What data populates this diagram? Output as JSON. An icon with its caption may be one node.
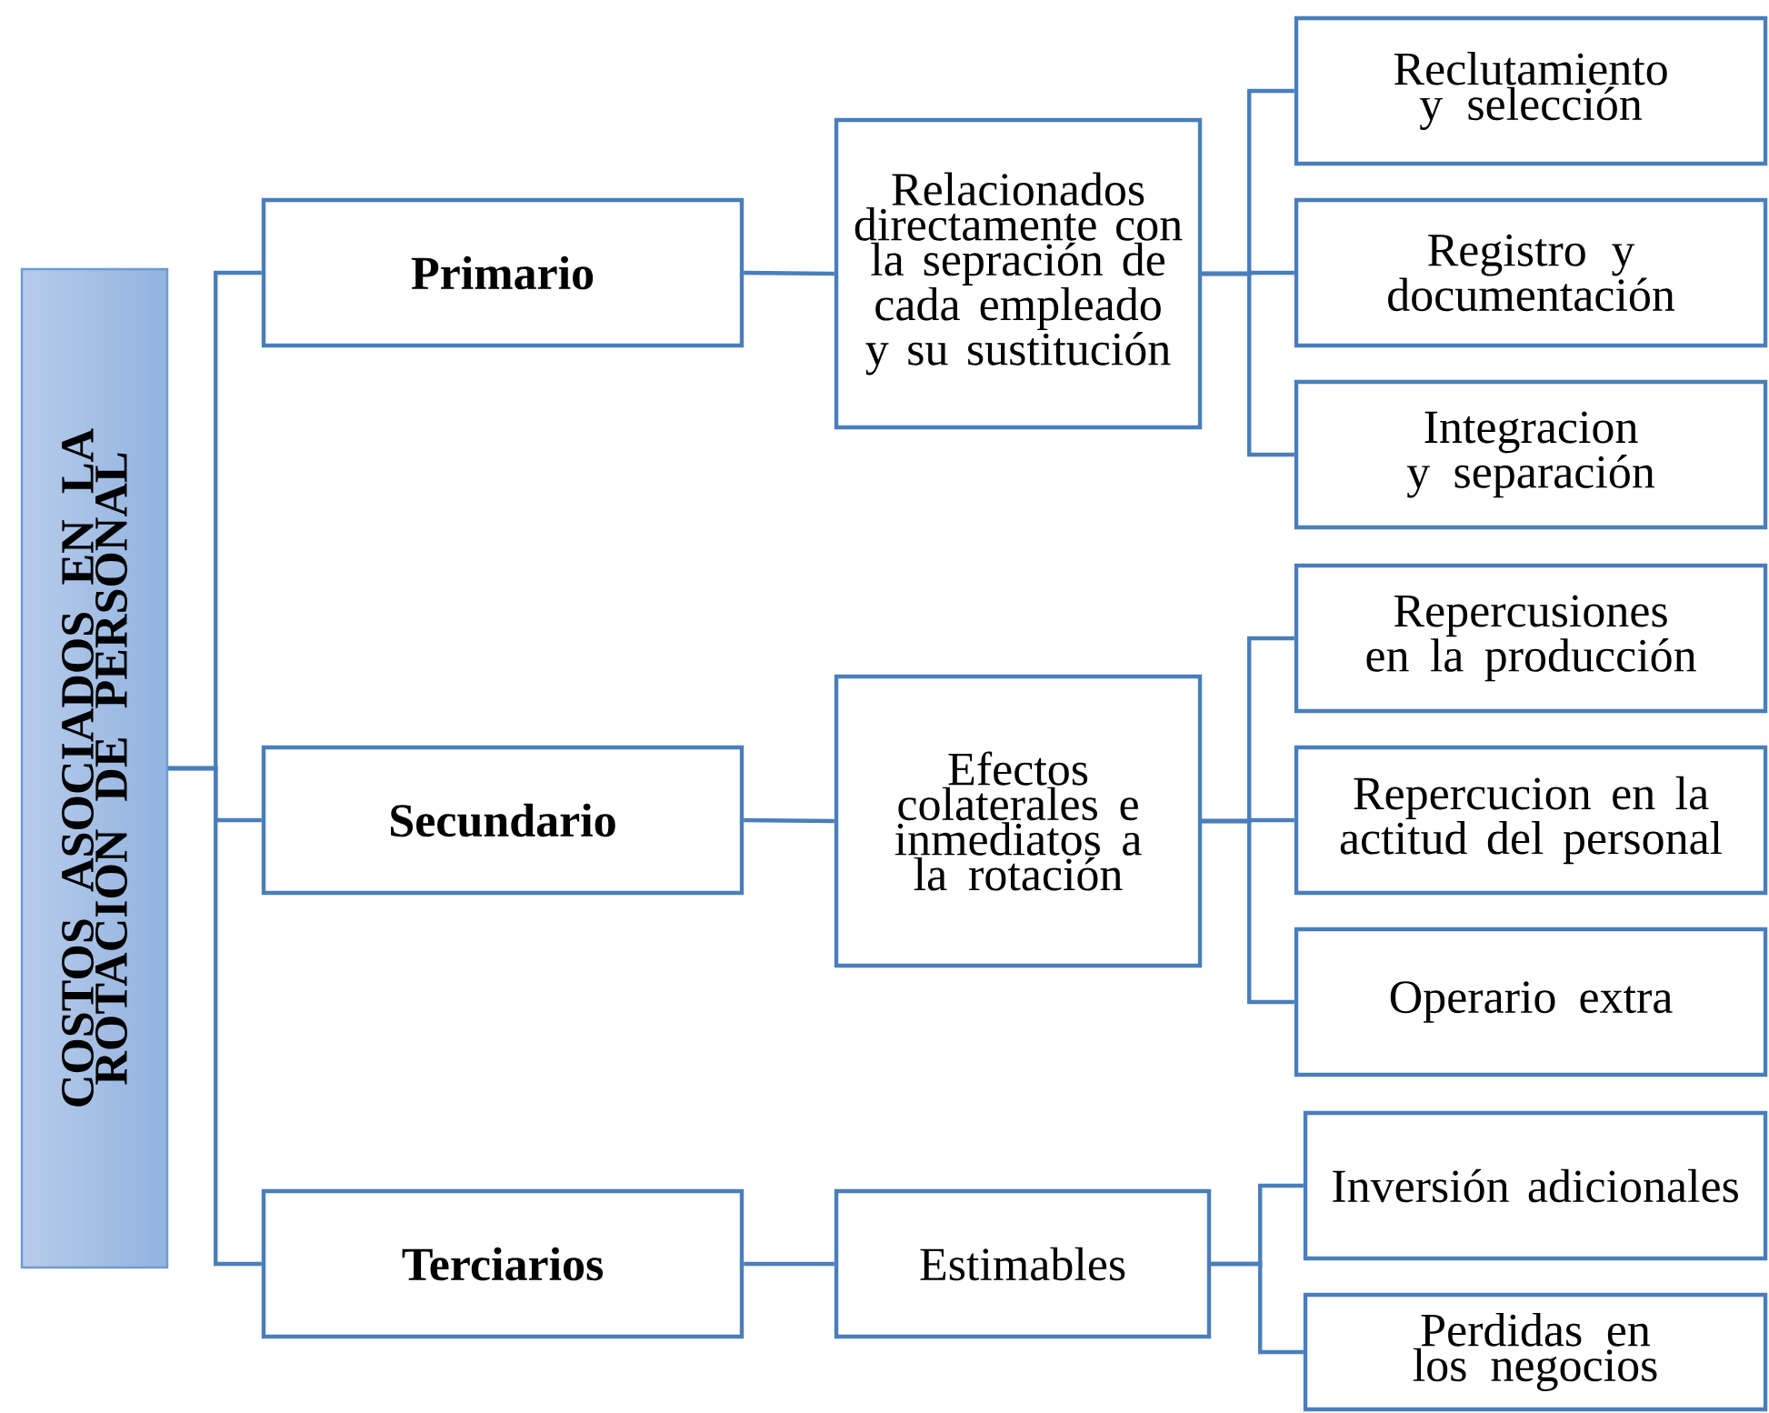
{
  "diagram": {
    "nodes": [
      {
        "text": [
          "COSTOS ASOCIADOS EN LA ROTACION DE PERSONAL"
        ]
      },
      {
        "text": [
          "Primario"
        ]
      },
      {
        "text": [
          "Secundario"
        ]
      },
      {
        "text": [
          "Terciarios"
        ]
      },
      {
        "text": [
          "Relacionados directamente con la sepración de cada empleado y su sustitución"
        ]
      },
      {
        "text": [
          "Efectos colaterales e inmediatos a la rotación"
        ]
      },
      {
        "text": [
          "Estimables"
        ]
      },
      {
        "text": [
          "Reclutamiento y selección"
        ]
      },
      {
        "text": [
          "Registro y documentación"
        ]
      },
      {
        "text": [
          "Integracion y separación"
        ]
      },
      {
        "text": [
          "Repercusiones en la producción"
        ]
      },
      {
        "text": [
          "Repercucion en la actitud del personal"
        ]
      },
      {
        "text": [
          "Operario extra"
        ]
      },
      {
        "text": [
          "Inversión adicionales"
        ]
      },
      {
        "text": [
          "Perdidas en los negocios"
        ]
      }
    ],
    "edges": [
      {
        "from": 0,
        "to": 1,
        "arrow": "none"
      },
      {
        "from": 0,
        "to": 2,
        "arrow": "none"
      },
      {
        "from": 0,
        "to": 3,
        "arrow": "none"
      },
      {
        "from": 1,
        "to": 4,
        "arrow": "none"
      },
      {
        "from": 2,
        "to": 5,
        "arrow": "none"
      },
      {
        "from": 3,
        "to": 6,
        "arrow": "none"
      },
      {
        "from": 4,
        "to": 7,
        "arrow": "none"
      },
      {
        "from": 4,
        "to": 8,
        "arrow": "none"
      },
      {
        "from": 4,
        "to": 9,
        "arrow": "none"
      },
      {
        "from": 5,
        "to": 10,
        "arrow": "none"
      },
      {
        "from": 5,
        "to": 11,
        "arrow": "none"
      },
      {
        "from": 5,
        "to": 12,
        "arrow": "none"
      },
      {
        "from": 6,
        "to": 13,
        "arrow": "none"
      },
      {
        "from": 6,
        "to": 14,
        "arrow": "none"
      }
    ]
  }
}
